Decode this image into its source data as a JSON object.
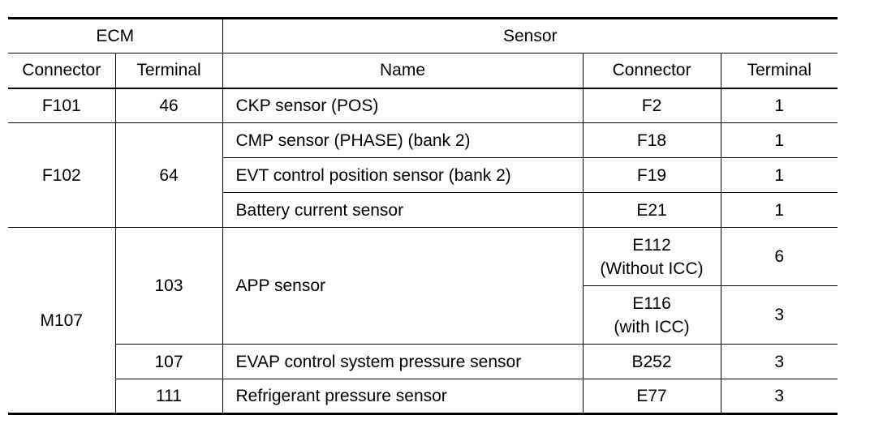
{
  "table": {
    "header": {
      "ecm": "ECM",
      "sensor": "Sensor",
      "ecm_connector": "Connector",
      "ecm_terminal": "Terminal",
      "sensor_name": "Name",
      "sensor_connector": "Connector",
      "sensor_terminal": "Terminal"
    },
    "rows": [
      {
        "ecm_connector": "F101",
        "ecm_terminal": "46",
        "name": "CKP sensor (POS)",
        "connector": "F2",
        "terminal": "1"
      },
      {
        "ecm_connector": "F102",
        "ecm_terminal": "64",
        "name": "CMP sensor (PHASE) (bank 2)",
        "connector": "F18",
        "terminal": "1"
      },
      {
        "name": "EVT control position sensor (bank 2)",
        "connector": "F19",
        "terminal": "1"
      },
      {
        "name": "Battery current sensor",
        "connector": "E21",
        "terminal": "1"
      },
      {
        "ecm_connector": "M107",
        "ecm_terminal": "103",
        "name": "APP sensor",
        "connector_line1": "E112",
        "connector_line2": "(Without ICC)",
        "terminal": "6"
      },
      {
        "connector_line1": "E116",
        "connector_line2": "(with ICC)",
        "terminal": "3"
      },
      {
        "ecm_terminal": "107",
        "name": "EVAP control system pressure sensor",
        "connector": "B252",
        "terminal": "3"
      },
      {
        "ecm_terminal": "111",
        "name": "Refrigerant pressure sensor",
        "connector": "E77",
        "terminal": "3"
      }
    ]
  }
}
